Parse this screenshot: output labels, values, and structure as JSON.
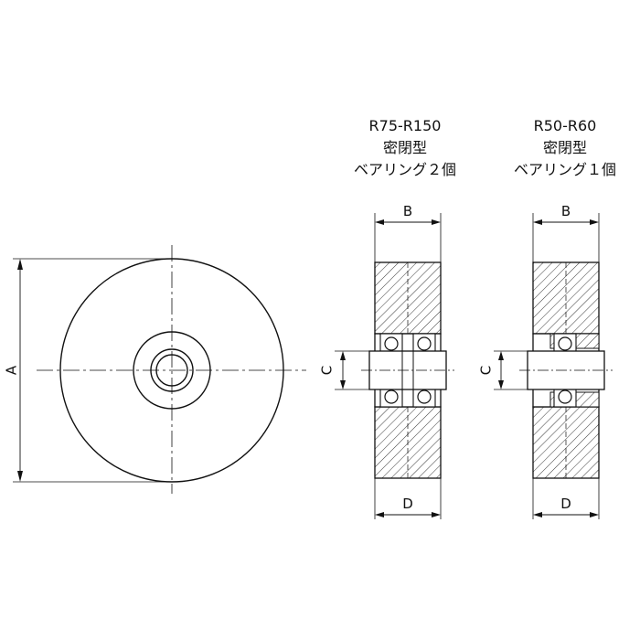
{
  "front_view": {
    "dimension_a": "A"
  },
  "section_two_bearing": {
    "model": "R75-R150",
    "seal_type": "密閉型",
    "bearing_note": "ベアリング２個",
    "dimension_b": "B",
    "dimension_c": "C",
    "dimension_d": "D"
  },
  "section_one_bearing": {
    "model": "R50-R60",
    "seal_type": "密閉型",
    "bearing_note": "ベアリング１個",
    "dimension_b": "B",
    "dimension_c": "C",
    "dimension_d": "D"
  }
}
